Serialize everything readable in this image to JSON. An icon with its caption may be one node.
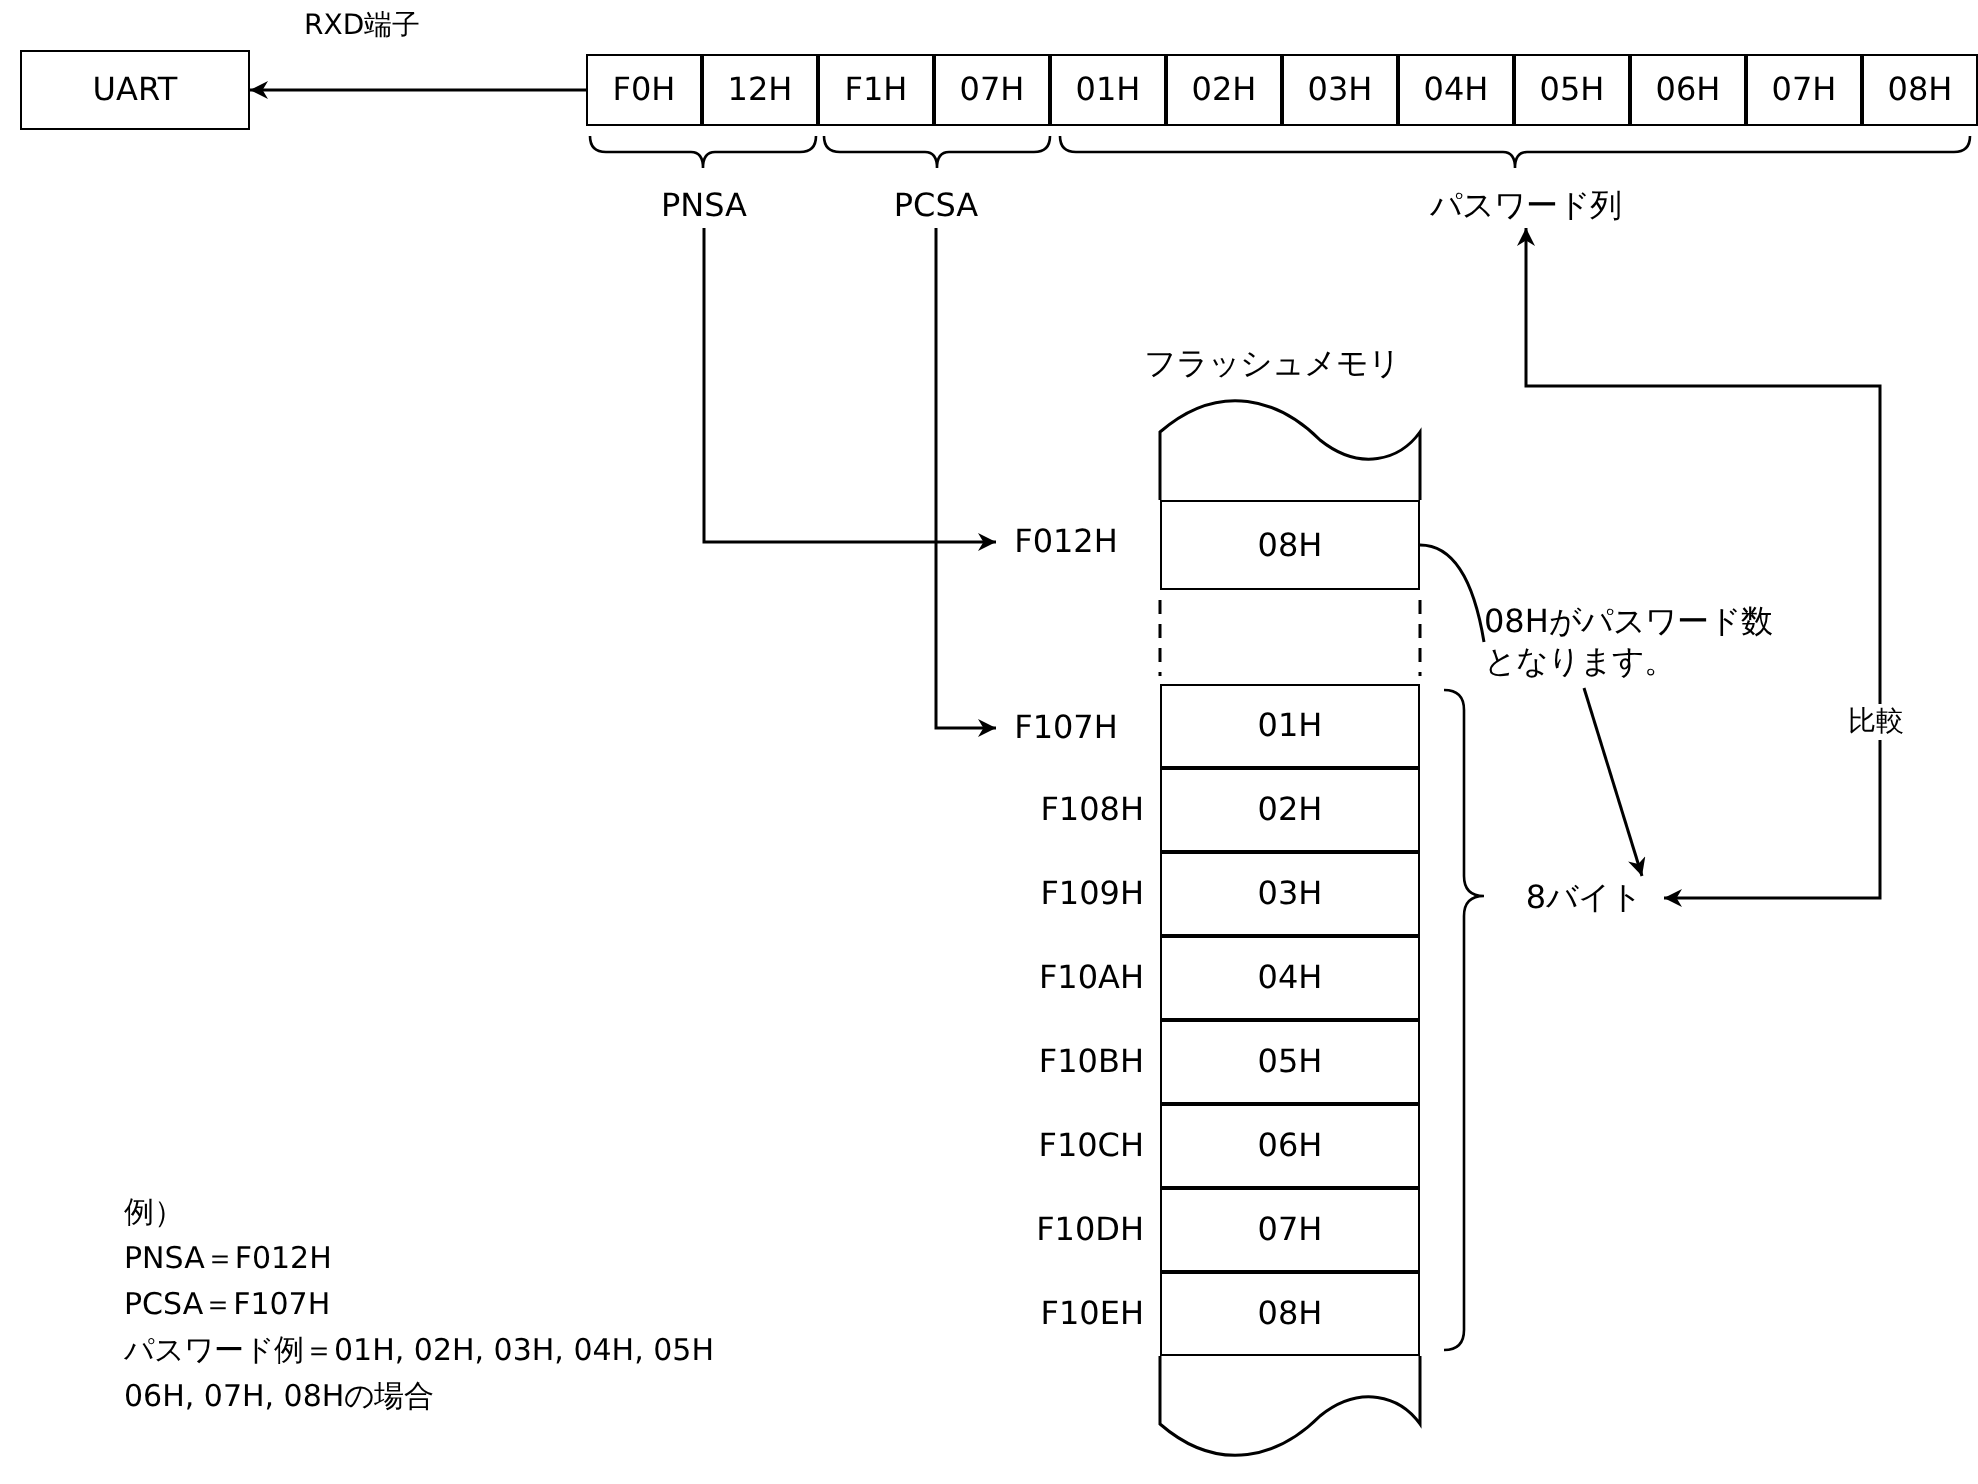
{
  "diagram": {
    "nodes": [
      {
        "text": [
          "UART"
        ]
      },
      {
        "text": [
          "F0H"
        ]
      },
      {
        "text": [
          "12H"
        ]
      },
      {
        "text": [
          "F1H"
        ]
      },
      {
        "text": [
          "07H"
        ]
      },
      {
        "text": [
          "01H"
        ]
      },
      {
        "text": [
          "02H"
        ]
      },
      {
        "text": [
          "03H"
        ]
      },
      {
        "text": [
          "04H"
        ]
      },
      {
        "text": [
          "05H"
        ]
      },
      {
        "text": [
          "06H"
        ]
      },
      {
        "text": [
          "07H"
        ]
      },
      {
        "text": [
          "08H"
        ]
      },
      {
        "text": [
          "PNSA"
        ]
      },
      {
        "text": [
          "PCSA"
        ]
      },
      {
        "text": [
          "パスワード列"
        ]
      },
      {
        "text": [
          "F012H"
        ]
      },
      {
        "text": [
          "08H"
        ]
      },
      {
        "text": [
          "08Hがパスワード数となります。"
        ]
      },
      {
        "text": [
          "F107H"
        ]
      },
      {
        "text": [
          "01H"
        ]
      },
      {
        "text": [
          "02H"
        ],
        "beside": [
          "F108H"
        ]
      },
      {
        "text": [
          "03H"
        ],
        "beside": [
          "F109H"
        ]
      },
      {
        "text": [
          "04H"
        ],
        "beside": [
          "F10AH"
        ]
      },
      {
        "text": [
          "05H"
        ],
        "beside": [
          "F10BH"
        ]
      },
      {
        "text": [
          "06H"
        ],
        "beside": [
          "F10CH"
        ]
      },
      {
        "text": [
          "07H"
        ],
        "beside": [
          "F10DH"
        ]
      },
      {
        "text": [
          "08H"
        ],
        "beside": [
          "F10EH"
        ]
      },
      {
        "text": [
          "8バイト"
        ]
      }
    ],
    "edges": [
      {
        "from": 1,
        "to": 0,
        "arrow": "to",
        "label": "RXD端子"
      },
      {
        "from": 13,
        "to": 16,
        "arrow": "to"
      },
      {
        "from": 14,
        "to": 19,
        "arrow": "to"
      },
      {
        "from": 17,
        "to": 18,
        "arrow": "none"
      },
      {
        "from": 18,
        "to": 28,
        "arrow": "to"
      },
      {
        "from": 28,
        "to": 15,
        "arrow": "both",
        "label": "比較"
      }
    ],
    "labels": [
      "フラッシュメモリ",
      "例）",
      "PNSA＝F012H",
      "PCSA＝F107H",
      "パスワード例＝01H, 02H, 03H, 04H, 05H",
      "06H, 07H, 08Hの場合"
    ]
  }
}
